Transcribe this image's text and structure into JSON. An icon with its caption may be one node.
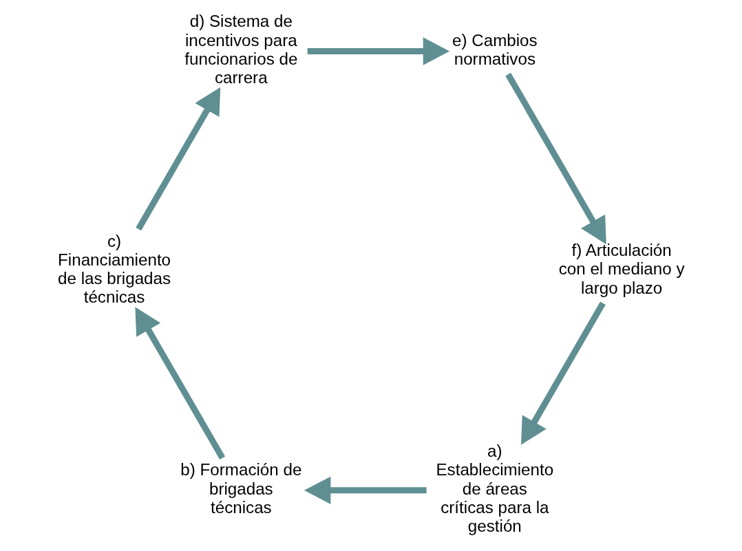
{
  "diagram": {
    "nodes": [
      {
        "text": [
          "a) Establecimiento de áreas críticas para la gestión"
        ]
      },
      {
        "text": [
          "b) Formación de brigadas técnicas"
        ]
      },
      {
        "text": [
          "c) Financiamiento de las brigadas técnicas"
        ]
      },
      {
        "text": [
          "d) Sistema de incentivos para funcionarios de carrera"
        ]
      },
      {
        "text": [
          "e) Cambios normativos"
        ]
      },
      {
        "text": [
          "f) Articulación con el mediano y largo plazo"
        ]
      }
    ],
    "edges": [
      {
        "from": 5,
        "to": 0,
        "arrow": "to"
      },
      {
        "from": 0,
        "to": 1,
        "arrow": "to"
      },
      {
        "from": 1,
        "to": 2,
        "arrow": "to"
      },
      {
        "from": 2,
        "to": 3,
        "arrow": "to"
      },
      {
        "from": 3,
        "to": 4,
        "arrow": "to"
      },
      {
        "from": 4,
        "to": 5,
        "arrow": "to"
      }
    ]
  }
}
